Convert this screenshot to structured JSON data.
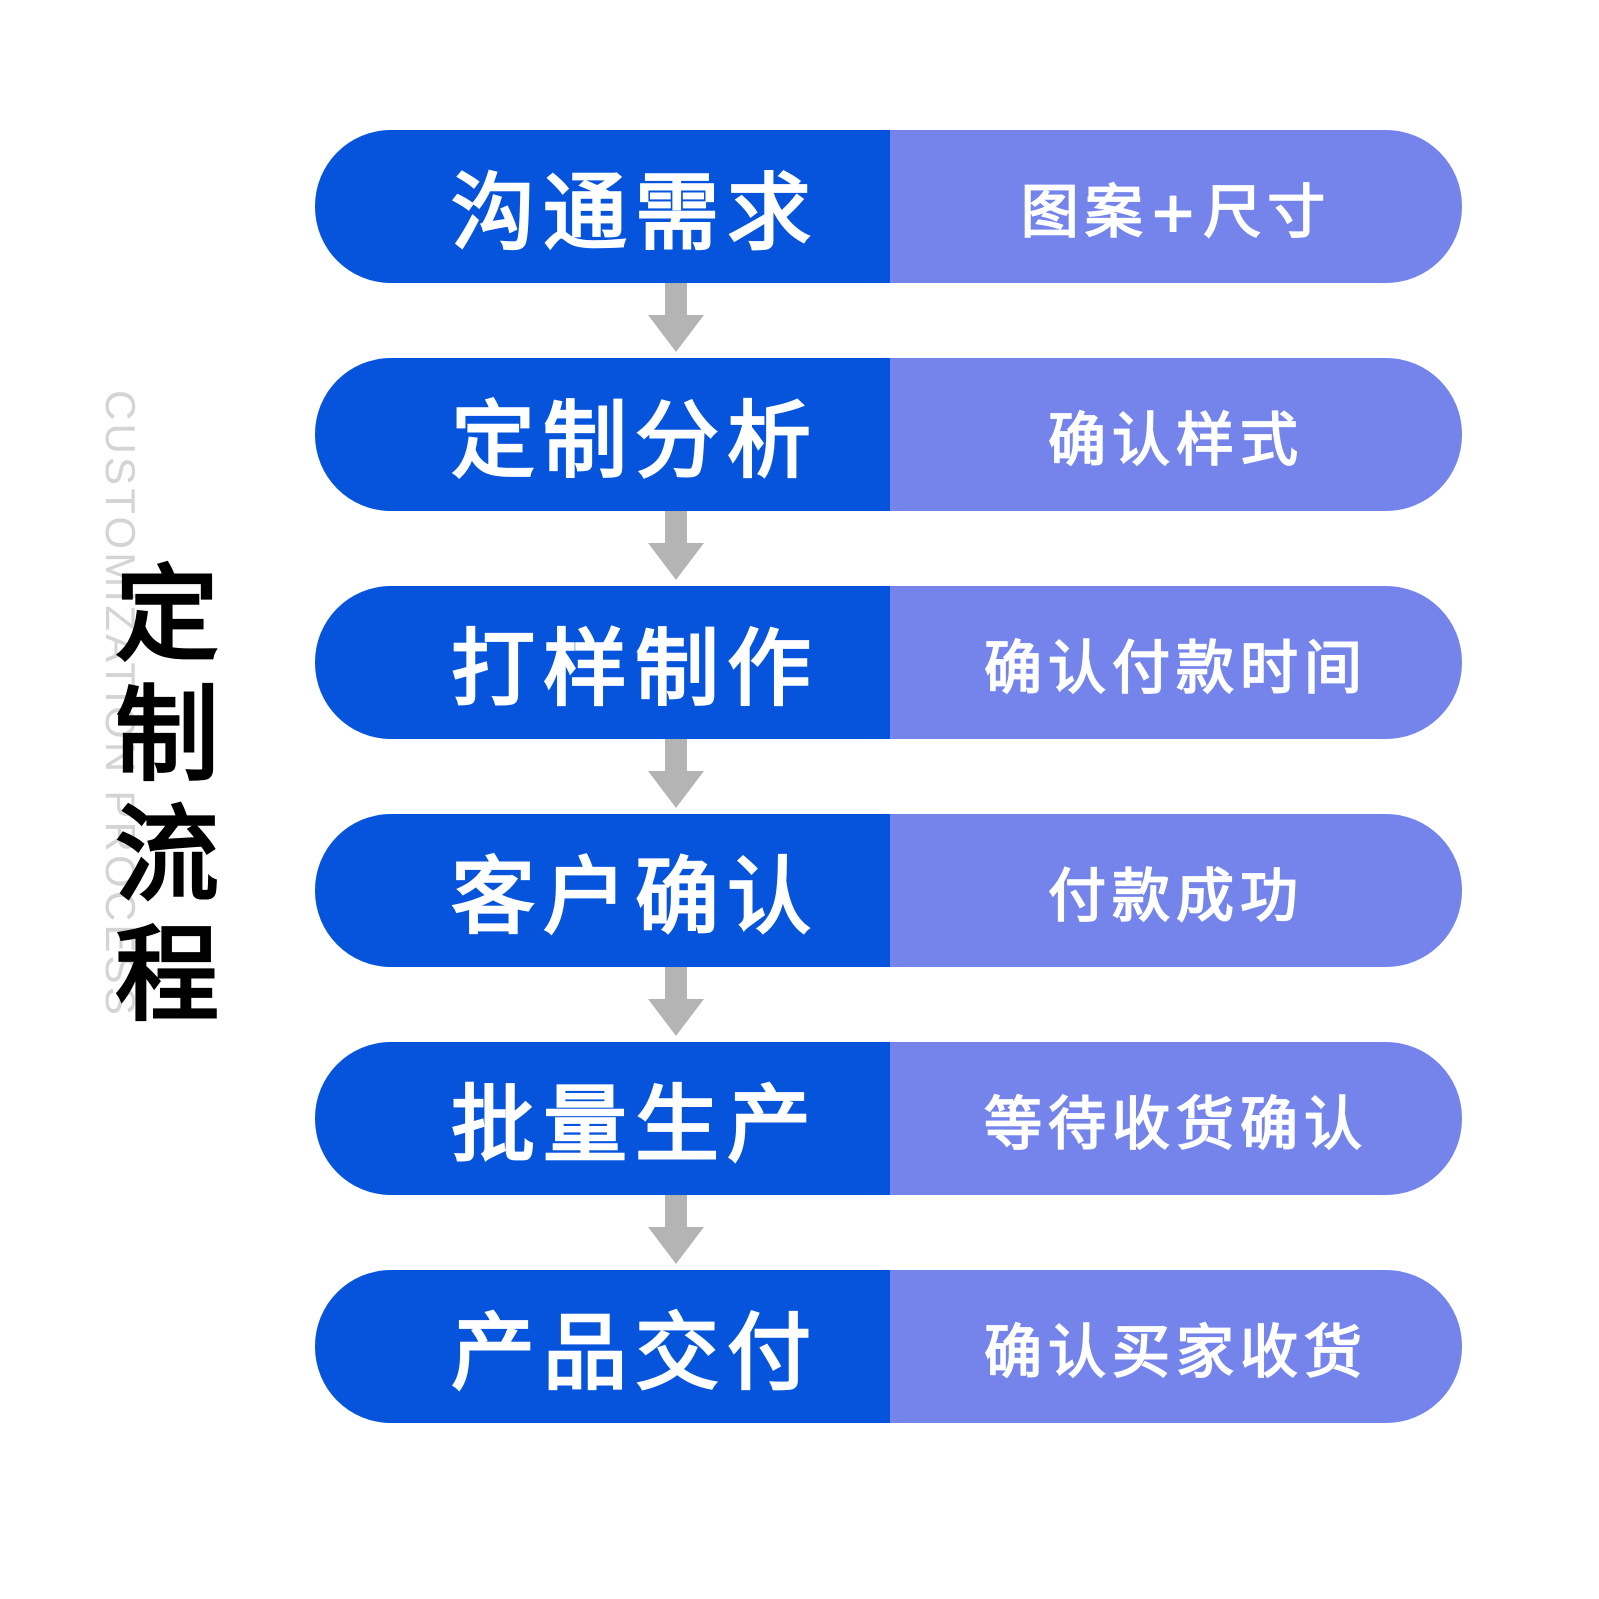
{
  "title": "定制流程",
  "subtitle_en": "CUSTOMIZATION PROCESS",
  "colors": {
    "step_bg": "#0554DB",
    "detail_bg": "#7484EB",
    "arrow": "#B4B4B4"
  },
  "steps": [
    {
      "label": "沟通需求",
      "detail": "图案+尺寸"
    },
    {
      "label": "定制分析",
      "detail": "确认样式"
    },
    {
      "label": "打样制作",
      "detail": "确认付款时间"
    },
    {
      "label": "客户确认",
      "detail": "付款成功"
    },
    {
      "label": "批量生产",
      "detail": "等待收货确认"
    },
    {
      "label": "产品交付",
      "detail": "确认买家收货"
    }
  ]
}
